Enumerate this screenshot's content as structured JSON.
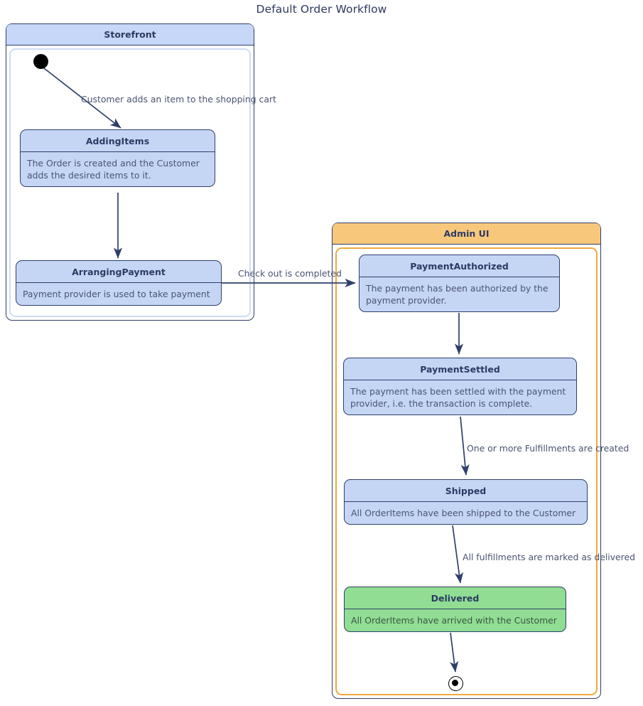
{
  "title": "Default Order Workflow",
  "colors": {
    "state_fill": "#c5d6f5",
    "state_border": "#2f3f6b",
    "storefront_header": "#c6d7f7",
    "adminui_header": "#f7c87c",
    "adminui_border": "#f0a93c",
    "delivered_fill": "#90dd93",
    "text": "#2d3a63",
    "edge": "#2f3f6b"
  },
  "regions": [
    {
      "id": "storefront",
      "label": "Storefront"
    },
    {
      "id": "adminui",
      "label": "Admin UI"
    }
  ],
  "states": [
    {
      "id": "adding-items",
      "name": "AddingItems",
      "description": "The Order is created and the Customer adds the desired items to it.",
      "region": "Storefront"
    },
    {
      "id": "arranging-payment",
      "name": "ArrangingPayment",
      "description": "Payment provider is used to take payment",
      "region": "Storefront"
    },
    {
      "id": "payment-authorized",
      "name": "PaymentAuthorized",
      "description": "The payment has been authorized by the payment provider.",
      "region": "Admin UI"
    },
    {
      "id": "payment-settled",
      "name": "PaymentSettled",
      "description": "The payment has been settled with the payment provider, i.e. the transaction is complete.",
      "region": "Admin UI"
    },
    {
      "id": "shipped",
      "name": "Shipped",
      "description": "All OrderItems have been shipped to the Customer",
      "region": "Admin UI"
    },
    {
      "id": "delivered",
      "name": "Delivered",
      "description": "All OrderItems have arrived with the Customer",
      "region": "Admin UI"
    }
  ],
  "pseudostates": [
    {
      "id": "initial",
      "kind": "initial-state"
    },
    {
      "id": "final",
      "kind": "final-state"
    }
  ],
  "transitions": [
    {
      "from": "initial",
      "to": "AddingItems",
      "label": "Customer adds an item to the shopping cart"
    },
    {
      "from": "AddingItems",
      "to": "ArrangingPayment",
      "label": ""
    },
    {
      "from": "ArrangingPayment",
      "to": "PaymentAuthorized",
      "label": "Check out is completed"
    },
    {
      "from": "PaymentAuthorized",
      "to": "PaymentSettled",
      "label": ""
    },
    {
      "from": "PaymentSettled",
      "to": "Shipped",
      "label": "One or more Fulfillments are created"
    },
    {
      "from": "Shipped",
      "to": "Delivered",
      "label": "All fulfillments are marked as delivered"
    },
    {
      "from": "Delivered",
      "to": "final",
      "label": ""
    }
  ]
}
